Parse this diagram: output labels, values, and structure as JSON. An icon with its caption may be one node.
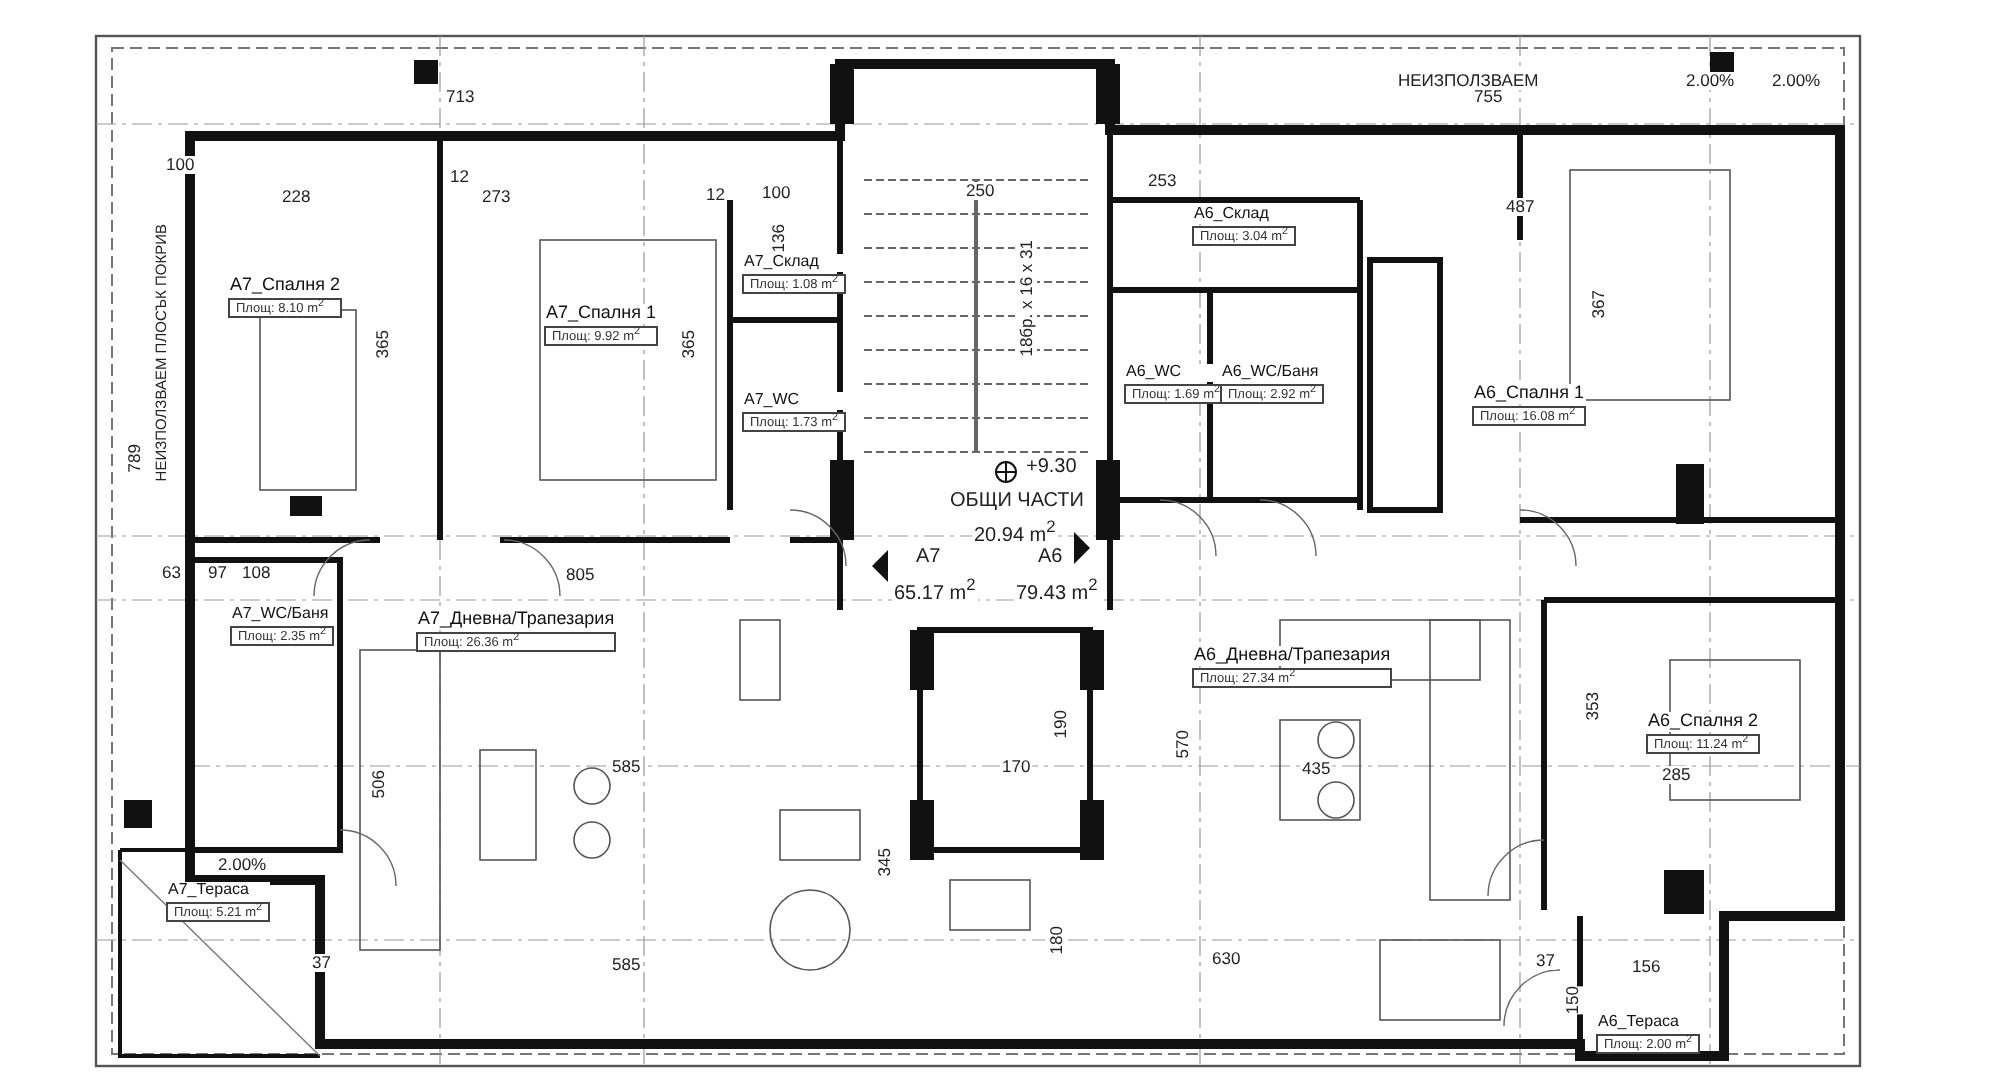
{
  "diagram": {
    "nodes": [
      {
        "text": [
          "A7_Спалня 2",
          "Площ: 8.10 m$^{2}$"
        ]
      },
      {
        "text": [
          "A7_Спалня 1",
          "Площ: 9.92 m$^{2}$"
        ]
      },
      {
        "text": [
          "A7_Склад",
          "Площ: 1.08 m$^{2}$"
        ]
      },
      {
        "text": [
          "A7_WC",
          "Площ: 1.73 m$^{2}$"
        ]
      },
      {
        "text": [
          "A6_Склад",
          "Площ: 3.04 m$^{2}$"
        ]
      },
      {
        "text": [
          "A6_WC",
          "Площ: 1.69 m$^{2}$"
        ]
      },
      {
        "text": [
          "A6_WC/Баня",
          "Площ: 2.92 m$^{2}$"
        ]
      },
      {
        "text": [
          "A6_Спалня 1",
          "Площ: 16.08 m$^{2}$"
        ]
      },
      {
        "text": [
          "A7_WC/Баня",
          "Площ: 2.35 m$^{2}$"
        ]
      },
      {
        "text": [
          "A7_Дневна/Трапезария",
          "Площ: 26.36 m$^{2}$"
        ]
      },
      {
        "text": [
          "A6_Дневна/Трапезария",
          "Площ: 27.34 m$^{2}$"
        ]
      },
      {
        "text": [
          "A6_Спалня 2",
          "Площ: 11.24 m$^{2}$"
        ]
      },
      {
        "text": [
          "A7_Тераса",
          "Площ: 5.21 m$^{2}$"
        ]
      },
      {
        "text": [
          "A6_Тераса",
          "Площ: 2.00 m$^{2}$"
        ]
      }
    ],
    "labels": [
      "НЕИЗПОЛЗВАЕМ",
      "713",
      "755",
      "2.00%",
      "2.00%",
      "100",
      "228",
      "12",
      "273",
      "12",
      "100",
      "250",
      "253",
      "487",
      "136",
      "18бр. x 16 x 31",
      "365",
      "365",
      "367",
      "НЕИЗПОЛЗВАЕМ ПЛОСЪК ПОКРИВ",
      "789",
      "+9.30",
      "ОБЩИ ЧАСТИ",
      "20.94 m$^{2}$",
      "A7",
      "A6",
      "65.17 m$^{2}$",
      "79.43 m$^{2}$",
      "63",
      "97",
      "108",
      "805",
      "190",
      "170",
      "570",
      "435",
      "353",
      "285",
      "585",
      "506",
      "2.00%",
      "345",
      "180",
      "37",
      "585",
      "630",
      "37",
      "150",
      "156"
    ]
  }
}
